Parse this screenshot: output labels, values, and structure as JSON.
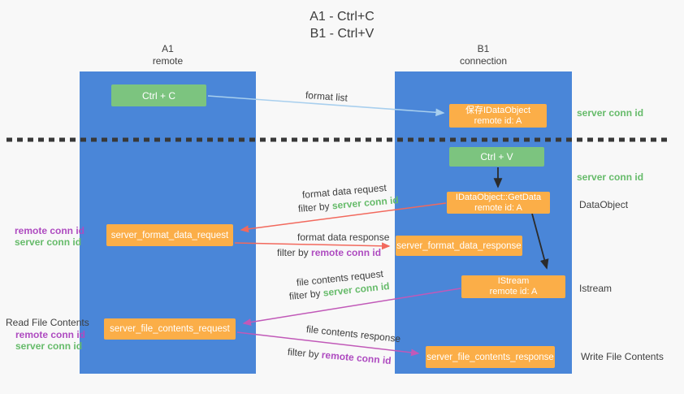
{
  "title": {
    "line1": "A1 - Ctrl+C",
    "line2": "B1 - Ctrl+V"
  },
  "columns": {
    "left": {
      "name": "A1",
      "subtitle": "remote"
    },
    "right": {
      "name": "B1",
      "subtitle": "connection"
    }
  },
  "nodes": {
    "ctrl_c": {
      "label": "Ctrl + C"
    },
    "ctrl_v": {
      "label": "Ctrl + V"
    },
    "save_dataobject": {
      "line1": "保存IDataObject",
      "line2": "remote id: A"
    },
    "getdata": {
      "line1": "IDataObject::GetData",
      "line2": "remote id: A"
    },
    "istream": {
      "line1": "IStream",
      "line2": "remote id: A"
    },
    "server_format_data_request": {
      "label": "server_format_data_request"
    },
    "server_format_data_response": {
      "label": "server_format_data_response"
    },
    "server_file_contents_request": {
      "label": "server_file_contents_request"
    },
    "server_file_contents_response": {
      "label": "server_file_contents_response"
    }
  },
  "flow_labels": {
    "format_list": "format list",
    "format_data_request": "format data request",
    "format_data_response": "format data response",
    "file_contents_request": "file contents request",
    "file_contents_response": "file contents response",
    "filter_by": "filter by",
    "server_conn_id": "server conn id",
    "remote_conn_id": "remote conn id"
  },
  "side_labels": {
    "server_conn_id": "server conn id",
    "remote_conn_id": "remote conn id",
    "dataobject": "DataObject",
    "istream": "Istream",
    "read_file_contents": "Read File Contents",
    "write_file_contents": "Write File Contents"
  },
  "colors": {
    "column_blue": "#4a86d8",
    "node_green": "#7cc47f",
    "node_orange": "#fbae48",
    "arrow_light_blue": "#a8cfee",
    "arrow_red": "#f2695d",
    "arrow_magenta": "#c159b8",
    "arrow_black": "#2b2b2b",
    "label_green": "#66bb6a",
    "label_purple": "#ae4bc0",
    "text_dark": "#3e3e3e",
    "background": "#f8f8f8"
  }
}
